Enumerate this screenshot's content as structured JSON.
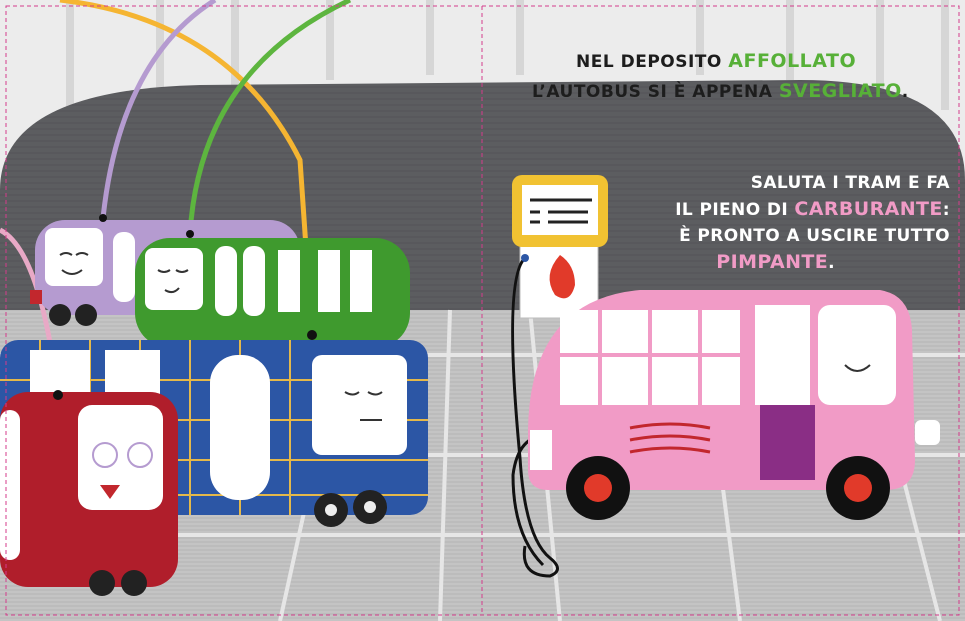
{
  "verse1": {
    "line1_a": "NEL DEPOSITO ",
    "line1_b": "AFFOLLATO",
    "line2_a": "L’AUTOBUS SI È APPENA ",
    "line2_b": "SVEGLIATO",
    "line2_end": "."
  },
  "verse2": {
    "line1": "SALUTA I TRAM E FA",
    "line2_a": "IL PIENO DI ",
    "line2_b": "CARBURANTE",
    "line2_end": ":",
    "line3": "È PRONTO A USCIRE TUTTO",
    "line4_a": "PIMPANTE",
    "line4_end": "."
  },
  "colors": {
    "highlight_green": "#57b038",
    "highlight_pink": "#f19bc6",
    "wall": "#5a5b5e",
    "floor": "#c9c9c9"
  }
}
